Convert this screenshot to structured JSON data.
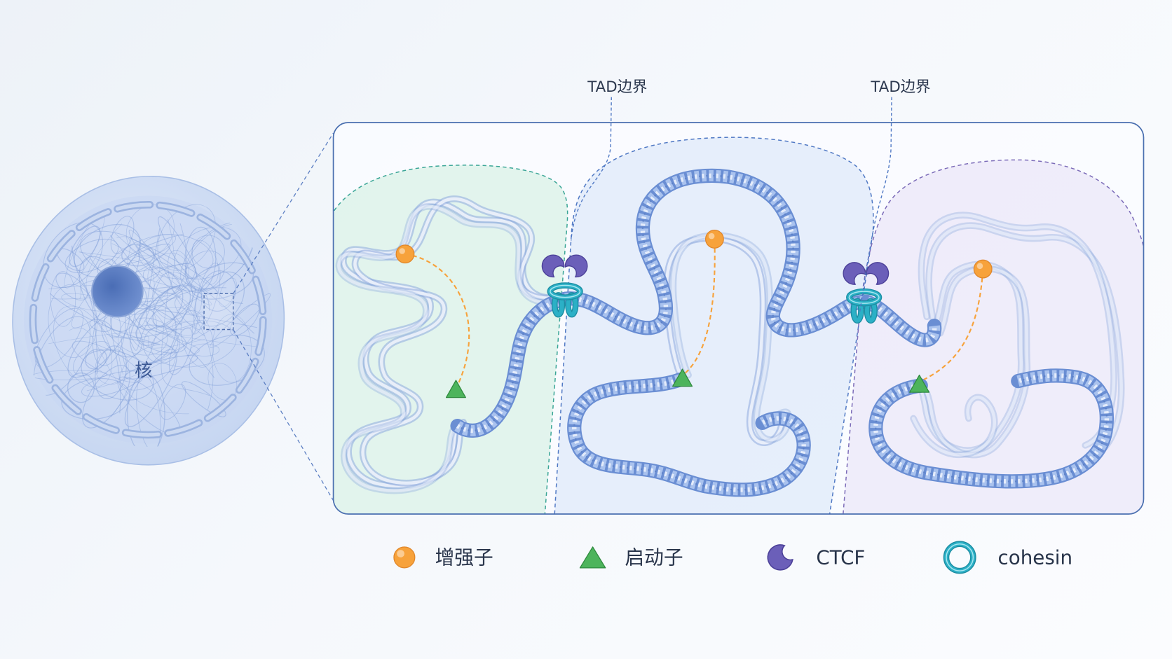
{
  "nucleus": {
    "label": "核"
  },
  "tad_boundaries": [
    {
      "label": "TAD边界"
    },
    {
      "label": "TAD边界"
    }
  ],
  "legend": [
    {
      "icon": "enhancer-circle-icon",
      "label": "增强子"
    },
    {
      "icon": "promoter-triangle-icon",
      "label": "启动子"
    },
    {
      "icon": "ctcf-icon",
      "label": "CTCF"
    },
    {
      "icon": "cohesin-ring-icon",
      "label": "cohesin"
    }
  ],
  "colors": {
    "enhancer": "#f7a23b",
    "promoter": "#4db45c",
    "ctcf": "#6b5fb9",
    "cohesin": "#2bb0c6",
    "chromatin": "#7e9fdc",
    "panel_border": "#4a6fb0",
    "tad_green": "#3aa596",
    "tad_blue": "#4f78c4",
    "tad_purple": "#7b6bb8"
  }
}
